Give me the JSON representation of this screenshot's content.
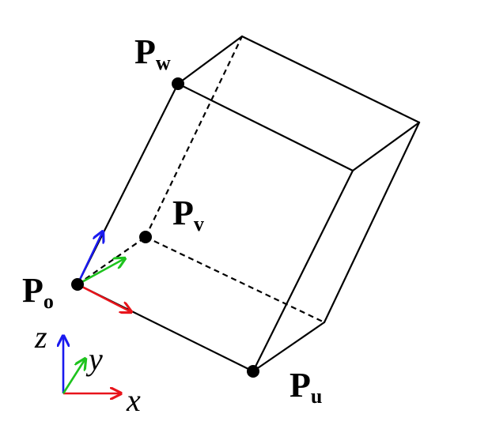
{
  "points": {
    "o": {
      "main": "P",
      "sub": "o"
    },
    "u": {
      "main": "P",
      "sub": "u"
    },
    "v": {
      "main": "P",
      "sub": "v"
    },
    "w": {
      "main": "P",
      "sub": "w"
    }
  },
  "axes": {
    "x": "x",
    "y": "y",
    "z": "z"
  },
  "colors": {
    "u_vector": "#e8141b",
    "v_vector": "#1ec31e",
    "w_vector": "#1a1aef",
    "edges": "#000000"
  }
}
